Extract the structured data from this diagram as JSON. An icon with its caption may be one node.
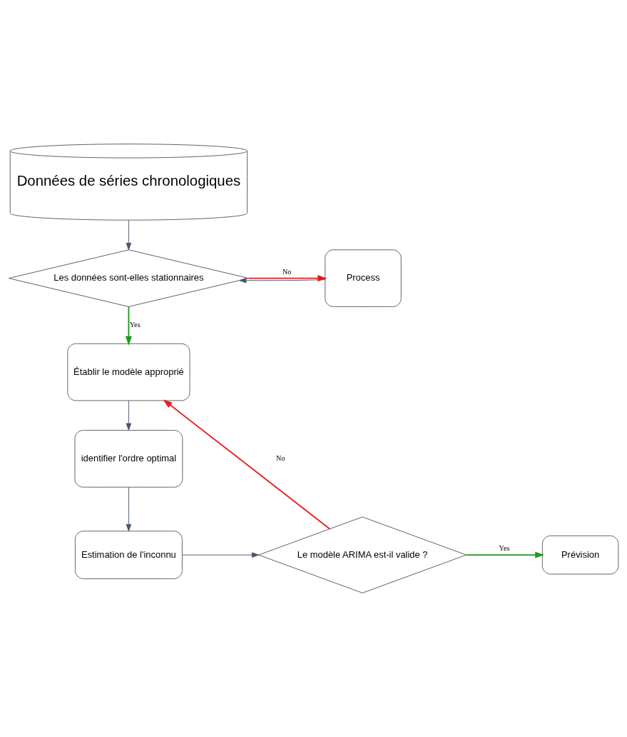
{
  "diagram": {
    "nodes": [
      {
        "text": [
          "Données de séries chronologiques"
        ]
      },
      {
        "text": [
          "Les données sont-elles stationnaires"
        ]
      },
      {
        "text": [
          "Process"
        ]
      },
      {
        "text": [
          "Établir le modèle approprié"
        ]
      },
      {
        "text": [
          "identifier l'ordre optimal"
        ]
      },
      {
        "text": [
          "Estimation de l'inconnu"
        ]
      },
      {
        "text": [
          "Le modèle ARIMA est-il valide ?"
        ]
      },
      {
        "text": [
          "Prévision"
        ]
      }
    ],
    "edges": [
      {
        "from": 0,
        "to": 1,
        "arrow": "to"
      },
      {
        "from": 1,
        "to": 2,
        "arrow": "to",
        "label": "No",
        "color": "#e81c1c"
      },
      {
        "from": 2,
        "to": 1,
        "arrow": "to"
      },
      {
        "from": 1,
        "to": 3,
        "arrow": "to",
        "label": "Yes",
        "color": "#1f9a1f"
      },
      {
        "from": 3,
        "to": 4,
        "arrow": "to"
      },
      {
        "from": 4,
        "to": 5,
        "arrow": "to"
      },
      {
        "from": 5,
        "to": 6,
        "arrow": "to"
      },
      {
        "from": 6,
        "to": 3,
        "arrow": "to",
        "label": "No",
        "color": "#e81c1c"
      },
      {
        "from": 6,
        "to": 7,
        "arrow": "to",
        "label": "Yes",
        "color": "#1f9a1f"
      }
    ]
  }
}
